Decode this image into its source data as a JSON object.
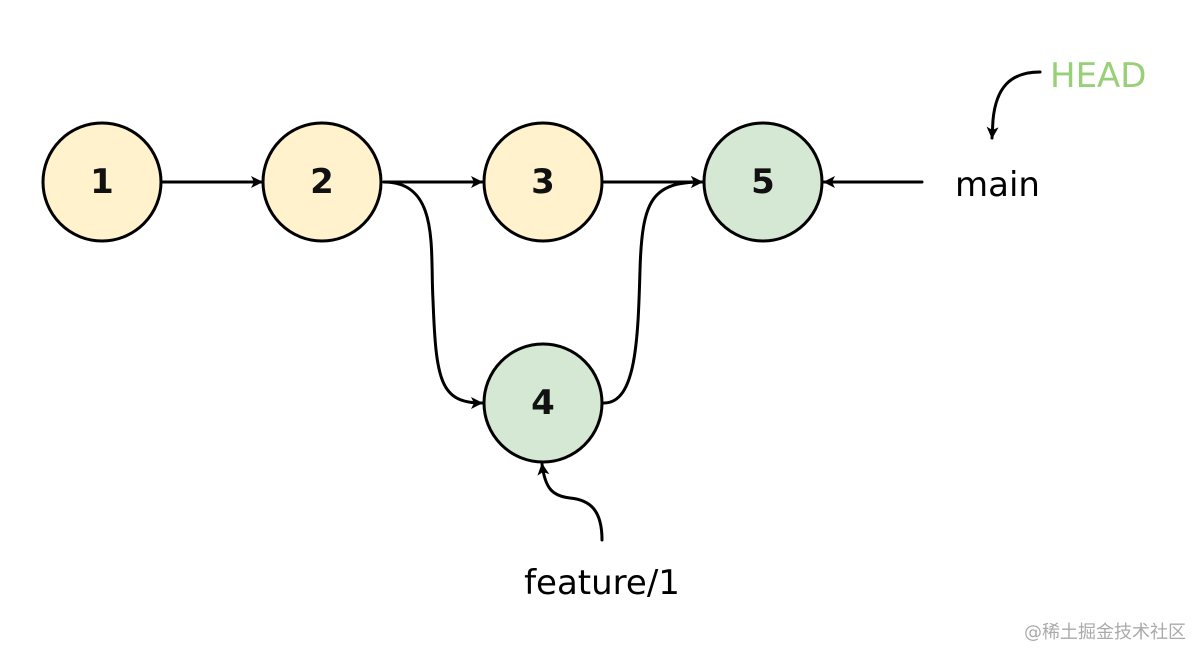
{
  "nodes": [
    {
      "id": "1",
      "label": "1",
      "color": "#fff2cc"
    },
    {
      "id": "2",
      "label": "2",
      "color": "#fff2cc"
    },
    {
      "id": "3",
      "label": "3",
      "color": "#fff2cc"
    },
    {
      "id": "4",
      "label": "4",
      "color": "#d5e8d4"
    },
    {
      "id": "5",
      "label": "5",
      "color": "#d5e8d4"
    }
  ],
  "edges": [
    {
      "from": "1",
      "to": "2"
    },
    {
      "from": "2",
      "to": "3"
    },
    {
      "from": "2",
      "to": "4"
    },
    {
      "from": "3",
      "to": "5"
    },
    {
      "from": "4",
      "to": "5"
    }
  ],
  "branches": {
    "main": {
      "label": "main",
      "points_to": "5"
    },
    "feature": {
      "label": "feature/1",
      "points_to": "4"
    }
  },
  "head": {
    "label": "HEAD",
    "points_to": "main",
    "color": "#97d077"
  },
  "watermark": "@稀土掘金技术社区"
}
